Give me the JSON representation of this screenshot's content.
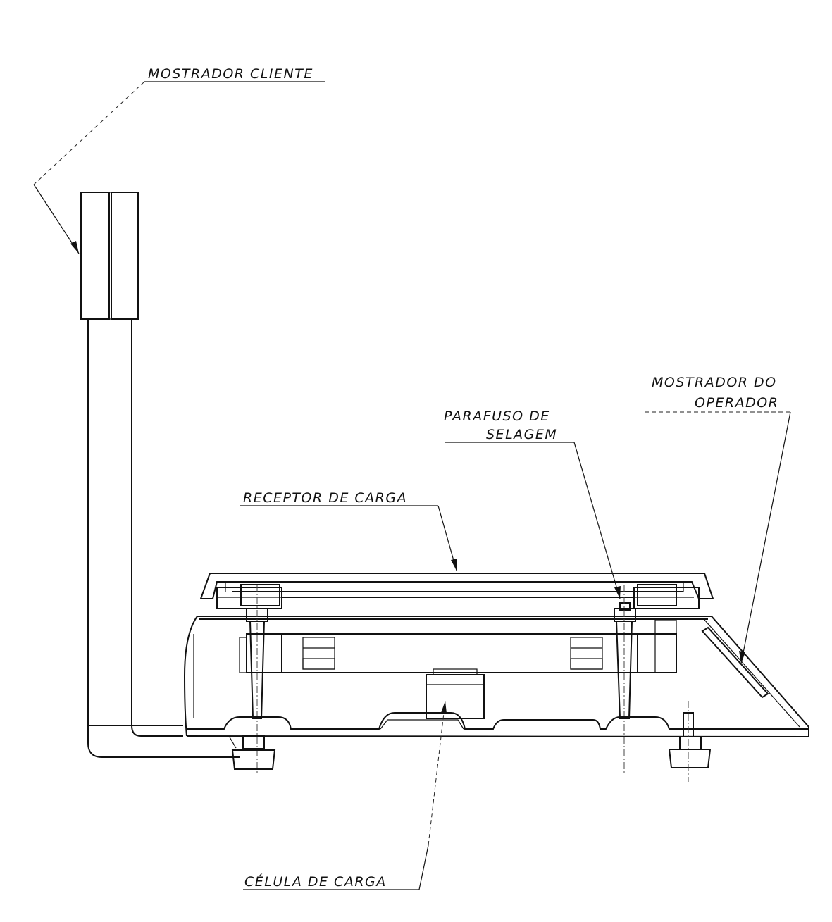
{
  "labels": {
    "mostrador_cliente": "MOSTRADOR CLIENTE",
    "mostrador_operador_1": "MOSTRADOR DO",
    "mostrador_operador_2": "OPERADOR",
    "parafuso_1": "PARAFUSO DE",
    "parafuso_2": "SELAGEM",
    "receptor_de_carga": "RECEPTOR DE CARGA",
    "celula_de_carga": "CÉLULA DE CARGA"
  }
}
